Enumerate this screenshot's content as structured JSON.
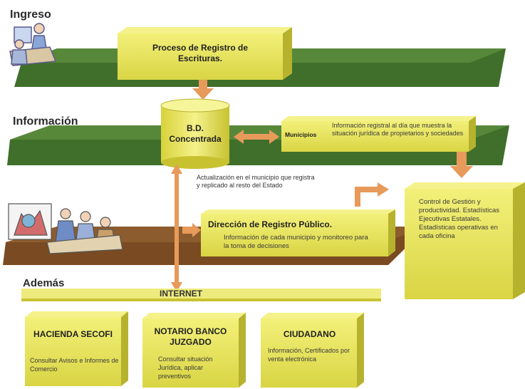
{
  "sections": {
    "ingreso": "Ingreso",
    "informacion": "Información",
    "ademas": "Además"
  },
  "proceso": {
    "title": "Proceso de Registro de Escrituras."
  },
  "bd": {
    "title": "B.D. Concentrada"
  },
  "municipios": {
    "label": "Municipios",
    "text": "Información registral al día que muestra la situación jurídica de propietarios y sociedades"
  },
  "actualizacion": {
    "text": "Actualización en el municipio que registra y replicado al resto del Estado"
  },
  "direccion": {
    "title": "Dirección de Registro Público.",
    "text": "Información de cada municipio y monitoreo para la toma de decisiones"
  },
  "control": {
    "text": "Control de Gestión y productividad. Estadísticas Ejecutivas Estatales. Estadísticas operativas en cada oficina"
  },
  "internet": {
    "label": "INTERNET"
  },
  "bottom_boxes": [
    {
      "title": "HACIENDA SECOFI",
      "text": "Consultar Avisos e Informes de Comercio"
    },
    {
      "title": "NOTARIO BANCO JUZGADO",
      "text": "Consultar situación Jurídica, aplicar preventivos"
    },
    {
      "title": "CIUDADANO",
      "text": "Información, Certificados por venta electrónica"
    }
  ],
  "colors": {
    "box_face": "#e6e35a",
    "box_side": "#b6b22e",
    "green_band": "#3f6f2a",
    "brown_band": "#7a4b22",
    "arrow": "#e79a5a"
  }
}
